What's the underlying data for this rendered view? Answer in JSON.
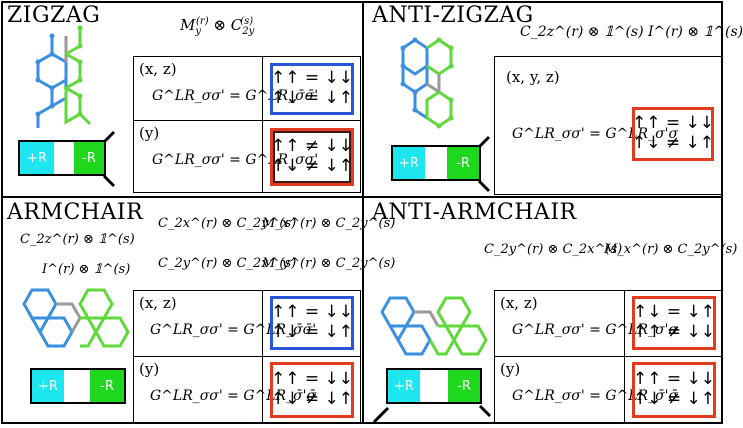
{
  "panels": {
    "zigzag": {
      "title": "ZIGZAG",
      "symmetry": "M_y^(r) ⊗ C_2y^(s)",
      "row1_dir": "(x, z)",
      "row1_eq": "G^LR_σσ' = G^LR_σ̄σ̄'",
      "row1_box": [
        "↑↑ = ↓↓",
        "↑↓ = ↓↑"
      ],
      "row2_dir": "(y)",
      "row2_eq": "G^LR_σσ' = G^LR_σσ'",
      "row2_box": [
        "↑↑ ≠ ↓↓",
        "↑↓ ≠ ↓↑"
      ],
      "lead_left": "+R",
      "lead_right": "-R"
    },
    "anti_zigzag": {
      "title": "ANTI-ZIGZAG",
      "symmetry": "C_2z^(r) ⊗ 𝟙^(s)    I^(r) ⊗ 𝟙^(s)",
      "row1_dir": "(x, y, z)",
      "row1_eq": "G^LR_σσ' = G^LR_σ'σ",
      "row1_box": [
        "↑↑ = ↓↓",
        "↑↓ ≠ ↓↑"
      ],
      "lead_left": "+R",
      "lead_right": "-R"
    },
    "armchair": {
      "title": "ARMCHAIR",
      "sym_left_1": "C_2z^(r) ⊗ 𝟙^(s)",
      "sym_left_2": "I^(r) ⊗ 𝟙^(s)",
      "sym_a": "C_2x^(r) ⊗ C_2y^(s)",
      "sym_b": "M_x^(r) ⊗ C_2y^(s)",
      "sym_c": "C_2y^(r) ⊗ C_2x^(s)",
      "sym_d": "M_y^(r) ⊗ C_2y^(s)",
      "row1_dir": "(x, z)",
      "row1_eq": "G^LR_σσ' = G^LR_σ̄σ̄'",
      "row1_box": [
        "↑↑ = ↓↓",
        "↑↓ = ↓↑"
      ],
      "row2_dir": "(y)",
      "row2_eq": "G^LR_σσ' = G^LR_σ̄'σ̄",
      "row2_box": [
        "↑↑ = ↓↓",
        "↑↓ ≠ ↓↑"
      ],
      "lead_left": "+R",
      "lead_right": "-R"
    },
    "anti_armchair": {
      "title": "ANTI-ARMCHAIR",
      "sym_a": "C_2y^(r) ⊗ C_2x^(s)",
      "sym_b": "M_x^(r) ⊗ C_2y^(s)",
      "row1_dir": "(x, z)",
      "row1_eq": "G^LR_σσ' = G^LR_σ'σ",
      "row1_box": [
        "↑↓ = ↓↑",
        "↑↑ ≠ ↓↓"
      ],
      "row2_dir": "(y)",
      "row2_eq": "G^LR_σσ' = G^LR_σ̄'σ̄",
      "row2_box": [
        "↑↑ = ↓↓",
        "↑↓ ≠ ↓↑"
      ],
      "lead_left": "+R",
      "lead_right": "-R"
    }
  },
  "colors": {
    "molecule_left": "#3b8fe0",
    "molecule_right": "#5fd83a",
    "box_blue": "#2a55d6",
    "box_red": "#e23b1f",
    "lead_cyan": "#1ee6ee",
    "lead_green": "#1ed81e"
  }
}
